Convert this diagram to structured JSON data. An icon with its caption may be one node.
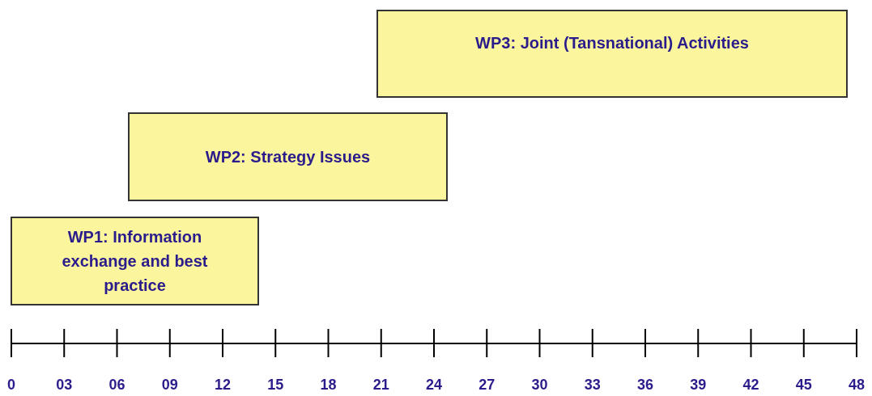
{
  "diagram": {
    "nodes": [
      {
        "text": [
          "WP3: Joint (Tansnational) Activities"
        ]
      },
      {
        "text": [
          "WP2: Strategy Issues"
        ]
      },
      {
        "text": [
          "WP1: Information exchange and best practice"
        ]
      }
    ],
    "labels": [
      "0",
      "03",
      "06",
      "09",
      "12",
      "15",
      "18",
      "21",
      "24",
      "27",
      "30",
      "33",
      "36",
      "39",
      "42",
      "45",
      "48"
    ]
  }
}
